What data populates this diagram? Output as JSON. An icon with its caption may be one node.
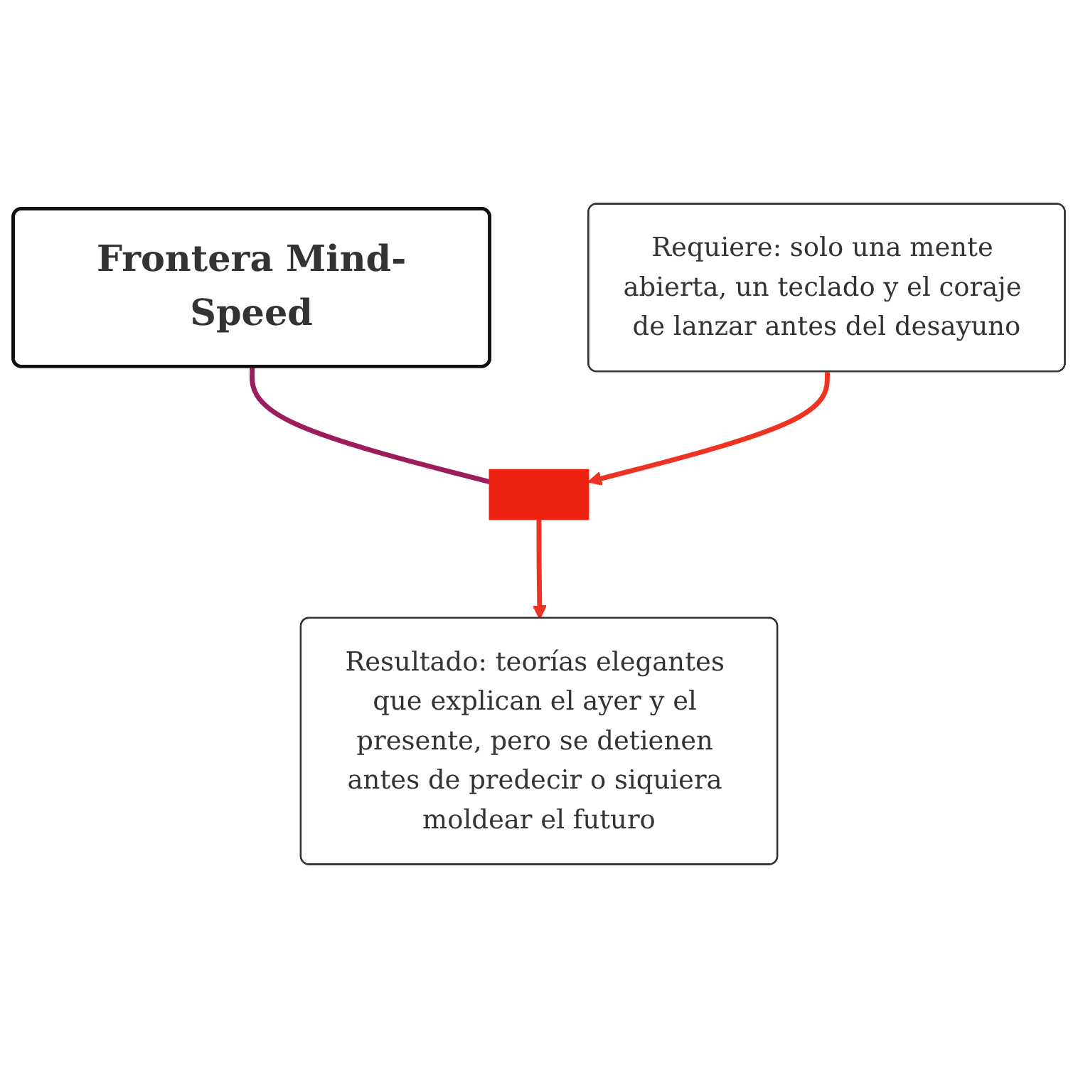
{
  "diagram": {
    "nodes": [
      {
        "text": [
          "Frontera Mind-Speed"
        ]
      },
      {
        "text": [
          "Requiere: solo una mente abierta, un teclado y el coraje de lanzar antes del desayuno"
        ]
      },
      {
        "text": [
          "Resultado: teorías elegantes que explican el ayer y el presente, pero se detienen antes de predecir o siquiera moldear el futuro"
        ]
      },
      {
        "text": [],
        "shape": "box"
      }
    ],
    "edges": [
      {
        "from": 0,
        "to": 3,
        "arrow": "none",
        "color": "#9c1c5c"
      },
      {
        "from": 3,
        "to": 2,
        "arrow": "to",
        "color": "#ee3322"
      },
      {
        "from": 1,
        "to": 3,
        "arrow": "to",
        "color": "#ee3322"
      }
    ]
  }
}
